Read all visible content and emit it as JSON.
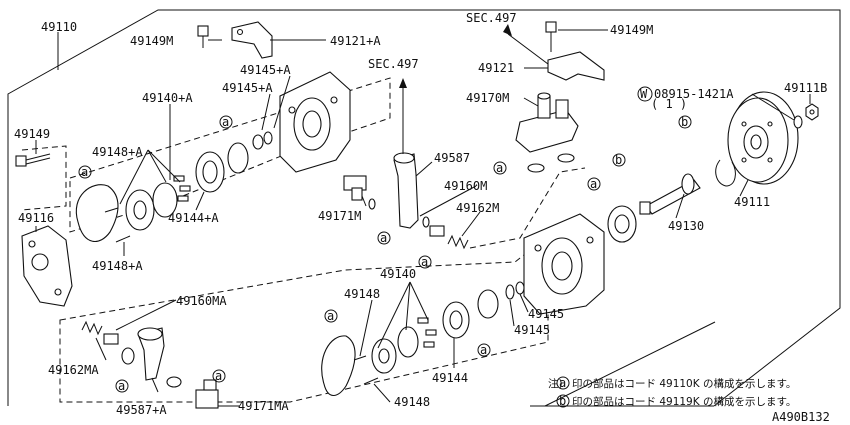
{
  "labels": {
    "p49110": "49110",
    "p49149m_left": "49149M",
    "p49121a": "49121+A",
    "p49145a_1": "49145+A",
    "p49145a_2": "49145+A",
    "p49140a": "49140+A",
    "sec497_left": "SEC.497",
    "p49149": "49149",
    "p49148a_top": "49148+A",
    "p49144a": "49144+A",
    "p49116": "49116",
    "p49148a_bot": "49148+A",
    "p49160ma": "49160MA",
    "p49162ma": "49162MA",
    "p49587a": "49587+A",
    "p49171ma": "49171MA",
    "p49171m": "49171M",
    "p49587": "49587",
    "p49160m": "49160M",
    "p49162m": "49162M",
    "sec497_right": "SEC.497",
    "p49149m_right": "49149M",
    "p49121": "49121",
    "p49170m": "49170M",
    "p08915": "08915-1421A",
    "p08915_qty": "( 1 )",
    "p49111b": "49111B",
    "p49130": "49130",
    "p49111": "49111",
    "p49140": "49140",
    "p49148_top": "49148",
    "p49148_bot": "49148",
    "p49144": "49144",
    "p49145_1": "49145",
    "p49145_2": "49145",
    "w_circle": "W",
    "note_a": "印の部品はコード 49110K の構成を示します。",
    "note_b": "印の部品はコード 49119K の構成を示します。",
    "note_prefix": "注)",
    "marker_a": "a",
    "marker_b": "b",
    "figure_code": "A490B132"
  }
}
